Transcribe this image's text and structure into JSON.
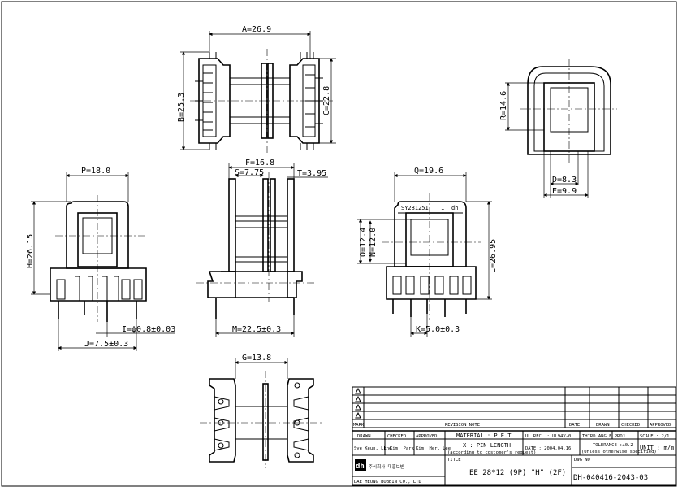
{
  "dimensions": {
    "A": "A=26.9",
    "B": "B=25.3",
    "C": "C=22.8",
    "R": "R=14.6",
    "D": "D=8.3",
    "E": "E=9.9",
    "F": "F=16.8",
    "S": "S=7.75",
    "T": "T=3.95",
    "P": "P=18.0",
    "Q": "Q=19.6",
    "H": "H=26.15",
    "O": "O=12.4",
    "N": "N=12.0",
    "L": "L=26.95",
    "I": "I=ϕ0.8±0.03",
    "J": "J=7.5±0.3",
    "M": "M=22.5±0.3",
    "K": "K=5.0±0.3",
    "G": "G=13.8"
  },
  "part_marking": {
    "code": "SY281251",
    "mark": "1"
  },
  "title_block": {
    "revisions": [
      "",
      "",
      "",
      "",
      ""
    ],
    "revision_headers": {
      "mark": "MARK",
      "note": "REVISION NOTE",
      "date": "DATE",
      "drawn": "DRAWN",
      "checked": "CHECKED",
      "approved": "APPROVED"
    },
    "drawn_label": "DRAWN",
    "checked_label": "CHECKED",
    "approved_label": "APPROVED",
    "drawn_by": "Sye Keun, Lkne",
    "checked_by": "Kim, Park",
    "approved_by": "Kim, Her, Lee",
    "material": "MATERIAL : P.E.T",
    "ul_rec": "UL REC. : UL94V-0",
    "third_angle": "THIRD ANGLE PROJ.",
    "scale": "SCALE : 2/1",
    "pin_length": "X : PIN LENGTH",
    "pin_length_note": "(according to costomer's request)",
    "date": "DATE : 2004.04.16",
    "tolerance": "TOLERANCE :±0.2",
    "tolerance_note": "(Unless otherwise specified)",
    "unit": "UNIT : m/m",
    "company_korean": "주식회사 대흥보빈",
    "company_english": "DAE HEUNG BOBBIN CO., LTD",
    "title_label": "TITLE",
    "title": "EE 28*12 (9P) \"H\" (2F)",
    "dwg_label": "DWG NO",
    "dwg_no": "DH-040416-2043-03"
  }
}
